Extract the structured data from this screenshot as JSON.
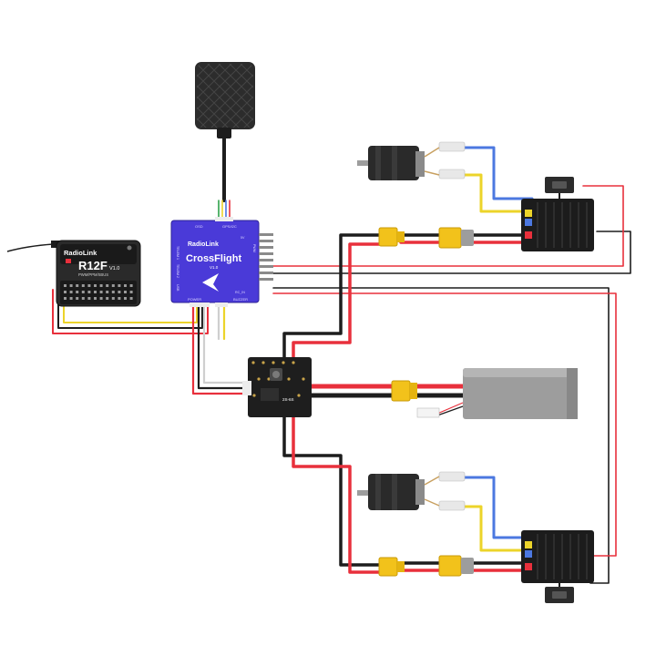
{
  "receiver": {
    "brand": "RadioLink",
    "model": "R12F",
    "version": "V1.0",
    "model_sub": "PWM/PPM/SBUS"
  },
  "controller": {
    "brand": "RadioLink",
    "name": "CrossFlight",
    "version": "V1.0",
    "port_gps": "GPS/I2C",
    "port_osd": "OSD",
    "port_telem1": "TELEM 1",
    "port_telem2": "TELEM 2",
    "port_usb": "USB",
    "port_power": "POWER",
    "port_buzzer": "BUZZER",
    "port_rc": "RC_IN",
    "port_pwm": "PWM",
    "port_5v": "5V"
  },
  "pdb": {
    "label": "2S-6S"
  },
  "colors": {
    "fc_body": "#4a3ad8",
    "wire_red": "#e8303c",
    "wire_black": "#1d1d1d",
    "wire_yellow": "#ecd42a",
    "wire_blue": "#4c78e0",
    "xt60": "#f2c21b",
    "battery": "#9d9d9d"
  },
  "icons": [
    "antenna-icon",
    "arrow-logo-icon",
    "vtx-icon"
  ]
}
